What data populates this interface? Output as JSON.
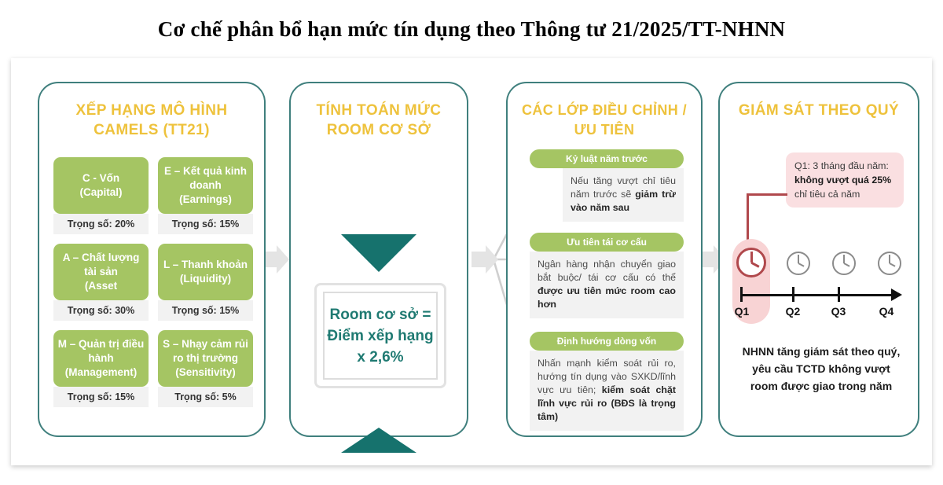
{
  "title": "Cơ chế phân bổ hạn mức tín dụng theo Thông tư 21/2025/TT-NHNN",
  "colors": {
    "panel_border": "#3f7f7d",
    "heading": "#eec23c",
    "green": "#a5c563",
    "teal": "#16726d",
    "pink": "#fadfe1",
    "dark_red": "#b0484c",
    "light_gray": "#f2f2f2"
  },
  "panels": {
    "camels": {
      "title": "XẾP HẠNG MÔ HÌNH CAMELS (TT21)",
      "items": [
        {
          "label": "C - Vốn\n(Capital)",
          "weight": "Trọng số: 20%"
        },
        {
          "label": "E – Kết quả kinh doanh\n(Earnings)",
          "weight": "Trọng số: 15%"
        },
        {
          "label": "A – Chất lượng tài sản\n(Asset",
          "weight": "Trọng số: 30%"
        },
        {
          "label": "L – Thanh khoản\n(Liquidity)",
          "weight": "Trọng số: 15%"
        },
        {
          "label": "M – Quản trị điều hành\n(Management)",
          "weight": "Trọng số: 15%"
        },
        {
          "label": "S – Nhạy cảm rủi ro thị trường\n(Sensitivity)",
          "weight": "Trọng số: 5%"
        }
      ]
    },
    "room": {
      "title": "TÍNH TOÁN MỨC ROOM CƠ SỞ",
      "formula": "Room cơ sở = Điểm xếp hạng x 2,6%",
      "arrow_down": "triangle-down",
      "arrow_up": "triangle-up"
    },
    "layers": {
      "title": "CÁC LỚP ĐIỀU CHỈNH / ƯU TIÊN",
      "items": [
        {
          "chip": "Kỷ luật năm trước",
          "text_plain": "Nếu tăng vượt chỉ tiêu năm trước sẽ ",
          "text_bold": "giảm trừ vào năm sau",
          "text_tail": ""
        },
        {
          "chip": "Ưu tiên tái cơ cấu",
          "text_plain": "Ngân hàng nhận chuyển giao bắt buộc/ tái cơ cấu có thể ",
          "text_bold": "được ưu tiên mức room cao hơn",
          "text_tail": ""
        },
        {
          "chip": "Định hướng dòng vốn",
          "text_plain": "Nhấn mạnh kiểm soát rủi ro, hướng tín dụng vào SXKD/lĩnh vực ưu tiên; ",
          "text_bold": "kiểm soát chặt lĩnh vực rủi ro (BĐS là trọng tâm)",
          "text_tail": ""
        }
      ]
    },
    "supervision": {
      "title": "GIÁM SÁT THEO QUÝ",
      "note": {
        "plain_1": "Q1: 3 tháng đầu năm: ",
        "bold_1": "không vượt quá 25%",
        "plain_2": " chỉ tiêu cả năm"
      },
      "quarters": [
        "Q1",
        "Q2",
        "Q3",
        "Q4"
      ],
      "active_quarter": "Q1",
      "footer": "NHNN tăng giám sát theo quý, yêu cầu TCTD không vượt room được giao trong năm"
    }
  },
  "connectors": {
    "camels_to_room": "chevron-right-icon",
    "room_to_layers": "chevron-right-icon",
    "layers_to_supervision": "chevron-right-icon",
    "fan_arrows": 3
  }
}
